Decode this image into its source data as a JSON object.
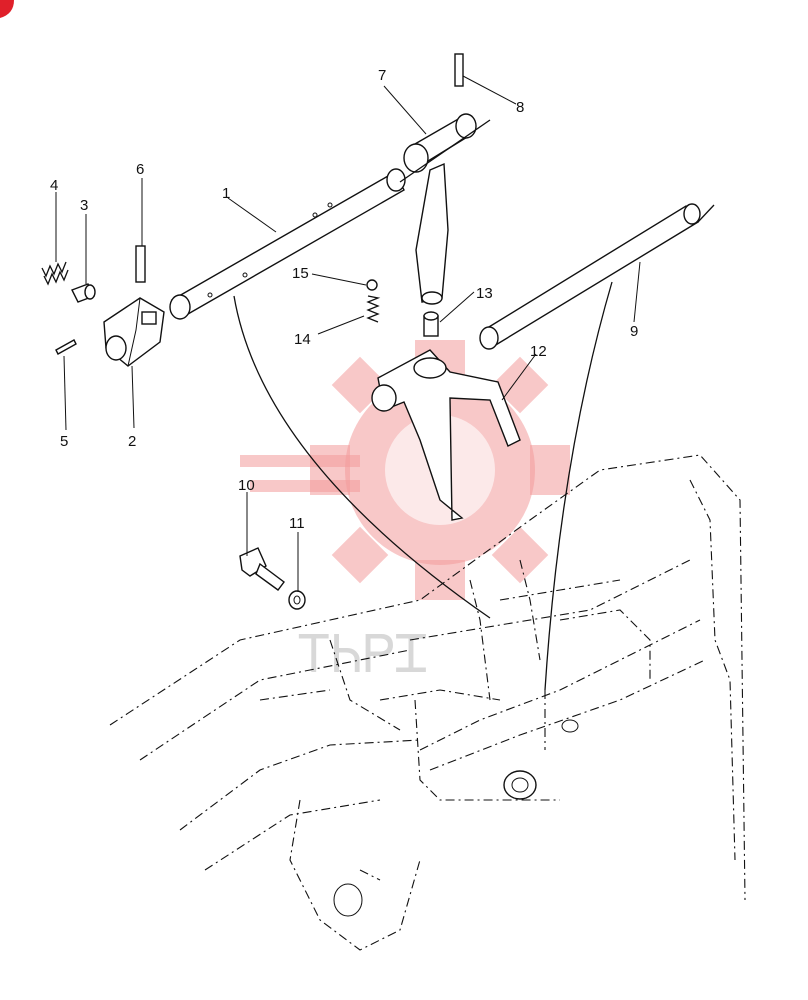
{
  "diagram": {
    "callouts": [
      {
        "id": "1",
        "text": "1"
      },
      {
        "id": "2",
        "text": "2"
      },
      {
        "id": "3",
        "text": "3"
      },
      {
        "id": "4",
        "text": "4"
      },
      {
        "id": "5",
        "text": "5"
      },
      {
        "id": "6",
        "text": "6"
      },
      {
        "id": "7",
        "text": "7"
      },
      {
        "id": "8",
        "text": "8"
      },
      {
        "id": "9",
        "text": "9"
      },
      {
        "id": "10",
        "text": "10"
      },
      {
        "id": "11",
        "text": "11"
      },
      {
        "id": "12",
        "text": "12"
      },
      {
        "id": "13",
        "text": "13"
      },
      {
        "id": "14",
        "text": "14"
      },
      {
        "id": "15",
        "text": "15"
      }
    ],
    "watermark": {
      "text": "ᎢᏂᏢᏆ",
      "color": "#f39a9a"
    }
  }
}
